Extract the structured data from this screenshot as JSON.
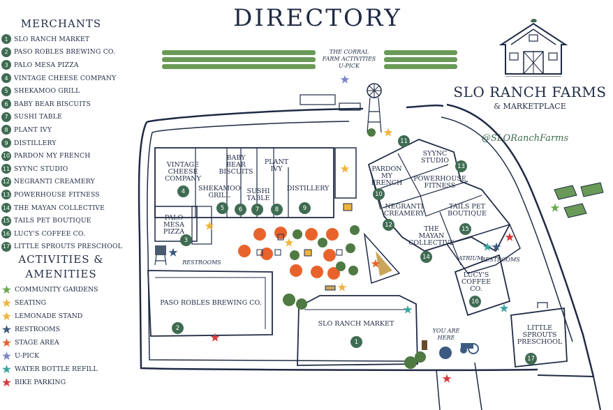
{
  "title": "DIRECTORY",
  "brand": {
    "name": "SLO RANCH FARMS",
    "subtitle": "& MARKETPLACE",
    "handle": "@SLORanchFarms"
  },
  "merchants": {
    "heading": "MERCHANTS",
    "items": [
      {
        "num": "1",
        "label": "SLO RANCH MARKET"
      },
      {
        "num": "2",
        "label": "PASO ROBLES BREWING CO."
      },
      {
        "num": "3",
        "label": "PALO MESA PIZZA"
      },
      {
        "num": "4",
        "label": "VINTAGE CHEESE COMPANY"
      },
      {
        "num": "5",
        "label": "SHEKAMOO GRILL"
      },
      {
        "num": "6",
        "label": "BABY BEAR BISCUITS"
      },
      {
        "num": "7",
        "label": "SUSHI TABLE"
      },
      {
        "num": "8",
        "label": "PLANT IVY"
      },
      {
        "num": "9",
        "label": "DISTILLERY"
      },
      {
        "num": "10",
        "label": "PARDON MY FRENCH"
      },
      {
        "num": "11",
        "label": "SYYNC STUDIO"
      },
      {
        "num": "12",
        "label": "NEGRANTI CREAMERY"
      },
      {
        "num": "13",
        "label": "POWERHOUSE FITNESS"
      },
      {
        "num": "14",
        "label": "THE MAYAN COLLECTIVE"
      },
      {
        "num": "15",
        "label": "TAILS PET BOUTIQUE"
      },
      {
        "num": "16",
        "label": "LUCY'S COFFEE CO."
      },
      {
        "num": "17",
        "label": "LITTLE SPROUTS PRESCHOOL"
      }
    ]
  },
  "activities": {
    "heading_line1": "ACTIVITIES &",
    "heading_line2": "AMENITIES",
    "items": [
      {
        "label": "COMMUNITY GARDENS",
        "color": "#6aa84f"
      },
      {
        "label": "SEATING",
        "color": "#f0b43c"
      },
      {
        "label": "LEMONADE STAND",
        "color": "#f0b43c"
      },
      {
        "label": "RESTROOMS",
        "color": "#3d5a80"
      },
      {
        "label": "STAGE AREA",
        "color": "#e8632b"
      },
      {
        "label": "U-PICK",
        "color": "#7c86c9"
      },
      {
        "label": "WATER BOTTLE REFILL",
        "color": "#3aa6a0"
      },
      {
        "label": "BIKE PARKING",
        "color": "#d63a3a"
      }
    ]
  },
  "map_labels": {
    "corral": [
      "THE CORRAL",
      "FARM ACTIVITIES",
      "U-PICK"
    ],
    "vintage": [
      "VINTAGE",
      "CHEESE",
      "COMPANY"
    ],
    "baby_bear": [
      "BABY",
      "BEAR",
      "BISCUITS"
    ],
    "plant_ivy": [
      "PLANT",
      "IVY"
    ],
    "shekamoo": [
      "SHEKAMOO",
      "GRILL"
    ],
    "sushi": [
      "SUSHI",
      "TABLE"
    ],
    "distillery": "DISTILLERY",
    "palo_mesa": [
      "PALO",
      "MESA",
      "PIZZA"
    ],
    "restrooms_left": "RESTROOMS",
    "brewing": "PASO ROBLES BREWING CO.",
    "slo_market": "SLO RANCH MARKET",
    "syync": [
      "SYYNC",
      "STUDIO"
    ],
    "pardon": [
      "PARDON",
      "MY",
      "FRENCH"
    ],
    "powerhouse": [
      "POWERHOUSE",
      "FITNESS"
    ],
    "negranti": [
      "NEGRANTI",
      "CREAMERY"
    ],
    "tails": [
      "TAILS PET",
      "BOUTIQUE"
    ],
    "mayan": [
      "THE",
      "MAYAN",
      "COLLECTIVE"
    ],
    "atrium": "ATRIUM",
    "restrooms_right": "RESTROOMS",
    "lucys": [
      "LUCY'S",
      "COFFEE",
      "CO."
    ],
    "you_are_here": [
      "YOU ARE",
      "HERE"
    ],
    "sprouts": [
      "LITTLE",
      "SPROUTS",
      "PRESCHOOL"
    ]
  }
}
